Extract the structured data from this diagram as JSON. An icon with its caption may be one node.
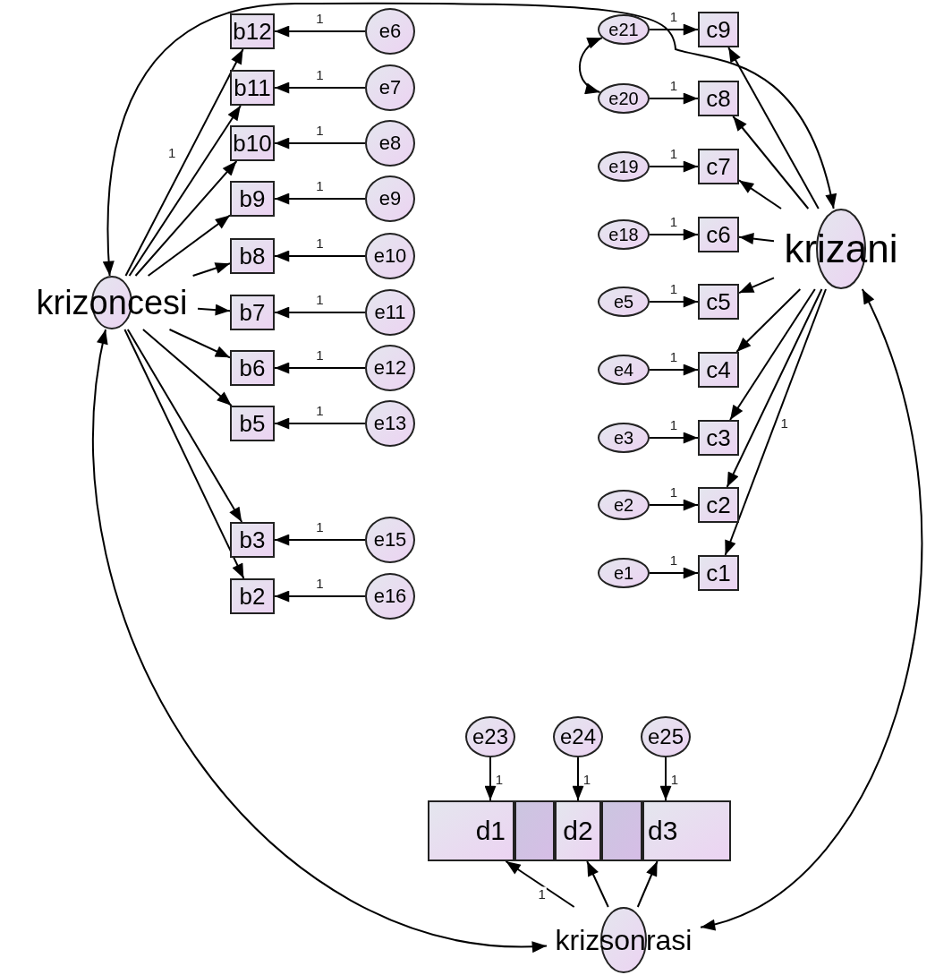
{
  "diagram": {
    "nodes": [
      {
        "text": [
          "b12"
        ]
      },
      {
        "text": [
          "b11"
        ]
      },
      {
        "text": [
          "b10"
        ]
      },
      {
        "text": [
          "b9"
        ]
      },
      {
        "text": [
          "b8"
        ]
      },
      {
        "text": [
          "b7"
        ]
      },
      {
        "text": [
          "b6"
        ]
      },
      {
        "text": [
          "b5"
        ]
      },
      {
        "text": [
          "b3"
        ]
      },
      {
        "text": [
          "b2"
        ]
      },
      {
        "text": [
          "e6"
        ]
      },
      {
        "text": [
          "e7"
        ]
      },
      {
        "text": [
          "e8"
        ]
      },
      {
        "text": [
          "e9"
        ]
      },
      {
        "text": [
          "e10"
        ]
      },
      {
        "text": [
          "e11"
        ]
      },
      {
        "text": [
          "e12"
        ]
      },
      {
        "text": [
          "e13"
        ]
      },
      {
        "text": [
          "e15"
        ]
      },
      {
        "text": [
          "e16"
        ]
      },
      {
        "text": [
          "krizoncesi"
        ]
      },
      {
        "text": [
          "e21"
        ]
      },
      {
        "text": [
          "e20"
        ]
      },
      {
        "text": [
          "e19"
        ]
      },
      {
        "text": [
          "e18"
        ]
      },
      {
        "text": [
          "e5"
        ]
      },
      {
        "text": [
          "e4"
        ]
      },
      {
        "text": [
          "e3"
        ]
      },
      {
        "text": [
          "e2"
        ]
      },
      {
        "text": [
          "e1"
        ]
      },
      {
        "text": [
          "c9"
        ]
      },
      {
        "text": [
          "c8"
        ]
      },
      {
        "text": [
          "c7"
        ]
      },
      {
        "text": [
          "c6"
        ]
      },
      {
        "text": [
          "c5"
        ]
      },
      {
        "text": [
          "c4"
        ]
      },
      {
        "text": [
          "c3"
        ]
      },
      {
        "text": [
          "c2"
        ]
      },
      {
        "text": [
          "c1"
        ]
      },
      {
        "text": [
          "krizani"
        ]
      },
      {
        "text": [
          "e23"
        ]
      },
      {
        "text": [
          "e24"
        ]
      },
      {
        "text": [
          "e25"
        ]
      },
      {
        "text": [
          "d1"
        ]
      },
      {
        "text": [],
        "shape": "box"
      },
      {
        "text": [
          "d2"
        ]
      },
      {
        "text": [],
        "shape": "box"
      },
      {
        "text": [
          "d3"
        ]
      },
      {
        "text": [
          "krizsonrasi"
        ]
      }
    ],
    "edges": [
      {
        "from": 10,
        "to": 0,
        "arrow": "to",
        "label": "1"
      },
      {
        "from": 11,
        "to": 1,
        "arrow": "to",
        "label": "1"
      },
      {
        "from": 12,
        "to": 2,
        "arrow": "to",
        "label": "1"
      },
      {
        "from": 13,
        "to": 3,
        "arrow": "to",
        "label": "1"
      },
      {
        "from": 14,
        "to": 4,
        "arrow": "to",
        "label": "1"
      },
      {
        "from": 15,
        "to": 5,
        "arrow": "to",
        "label": "1"
      },
      {
        "from": 16,
        "to": 6,
        "arrow": "to",
        "label": "1"
      },
      {
        "from": 17,
        "to": 7,
        "arrow": "to",
        "label": "1"
      },
      {
        "from": 18,
        "to": 8,
        "arrow": "to",
        "label": "1"
      },
      {
        "from": 19,
        "to": 9,
        "arrow": "to",
        "label": "1"
      },
      {
        "from": 20,
        "to": 0,
        "arrow": "to",
        "label": "1"
      },
      {
        "from": 20,
        "to": 1,
        "arrow": "to"
      },
      {
        "from": 20,
        "to": 2,
        "arrow": "to"
      },
      {
        "from": 20,
        "to": 3,
        "arrow": "to"
      },
      {
        "from": 20,
        "to": 4,
        "arrow": "to"
      },
      {
        "from": 20,
        "to": 5,
        "arrow": "to"
      },
      {
        "from": 20,
        "to": 6,
        "arrow": "to"
      },
      {
        "from": 20,
        "to": 7,
        "arrow": "to"
      },
      {
        "from": 20,
        "to": 8,
        "arrow": "to"
      },
      {
        "from": 20,
        "to": 9,
        "arrow": "to"
      },
      {
        "from": 21,
        "to": 30,
        "arrow": "to",
        "label": "1"
      },
      {
        "from": 22,
        "to": 31,
        "arrow": "to",
        "label": "1"
      },
      {
        "from": 23,
        "to": 32,
        "arrow": "to",
        "label": "1"
      },
      {
        "from": 24,
        "to": 33,
        "arrow": "to",
        "label": "1"
      },
      {
        "from": 25,
        "to": 34,
        "arrow": "to",
        "label": "1"
      },
      {
        "from": 26,
        "to": 35,
        "arrow": "to",
        "label": "1"
      },
      {
        "from": 27,
        "to": 36,
        "arrow": "to",
        "label": "1"
      },
      {
        "from": 28,
        "to": 37,
        "arrow": "to",
        "label": "1"
      },
      {
        "from": 29,
        "to": 38,
        "arrow": "to",
        "label": "1"
      },
      {
        "from": 39,
        "to": 30,
        "arrow": "to"
      },
      {
        "from": 39,
        "to": 31,
        "arrow": "to"
      },
      {
        "from": 39,
        "to": 32,
        "arrow": "to"
      },
      {
        "from": 39,
        "to": 33,
        "arrow": "to"
      },
      {
        "from": 39,
        "to": 34,
        "arrow": "to"
      },
      {
        "from": 39,
        "to": 35,
        "arrow": "to"
      },
      {
        "from": 39,
        "to": 36,
        "arrow": "to"
      },
      {
        "from": 39,
        "to": 37,
        "arrow": "to"
      },
      {
        "from": 39,
        "to": 38,
        "arrow": "to",
        "label": "1"
      },
      {
        "from": 21,
        "to": 22,
        "arrow": "both"
      },
      {
        "from": 40,
        "to": 43,
        "arrow": "to",
        "label": "1"
      },
      {
        "from": 41,
        "to": 45,
        "arrow": "to",
        "label": "1"
      },
      {
        "from": 42,
        "to": 47,
        "arrow": "to",
        "label": "1"
      },
      {
        "from": 48,
        "to": 43,
        "arrow": "to",
        "label": "1"
      },
      {
        "from": 48,
        "to": 45,
        "arrow": "to"
      },
      {
        "from": 48,
        "to": 47,
        "arrow": "to"
      },
      {
        "from": 20,
        "to": 39,
        "arrow": "both"
      },
      {
        "from": 20,
        "to": 48,
        "arrow": "both"
      },
      {
        "from": 39,
        "to": 48,
        "arrow": "both"
      }
    ]
  }
}
